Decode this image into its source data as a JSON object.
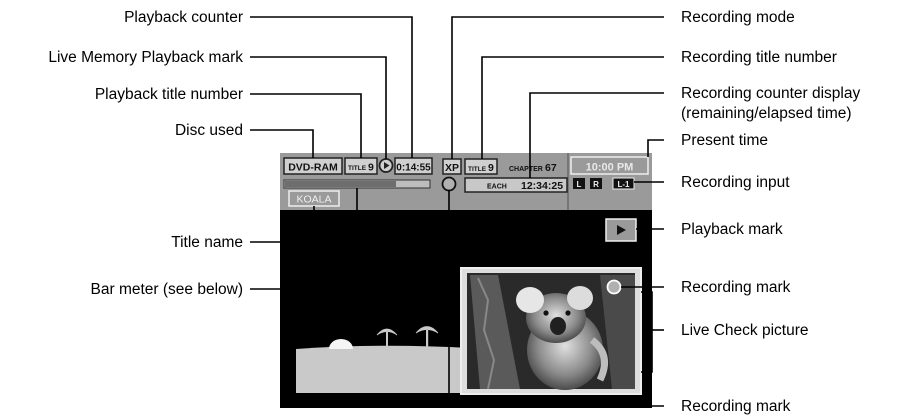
{
  "screen": {
    "disc": "DVD-RAM",
    "playback_title_prefix": "TITLE",
    "playback_title_number": "9",
    "playback_counter": "0:14:55",
    "recording_mode": "XP",
    "recording_title_prefix": "TITLE",
    "recording_title_number": "9",
    "chapter_label": "CHAPTER",
    "chapter_number": "67",
    "counter_mode": "EACH",
    "recording_counter": "12:34:25",
    "present_time": "10:00 PM",
    "input_left": "L",
    "input_right": "R",
    "input_source": "L-1",
    "title_name": "KOALA",
    "playback_mark_icon": "play-triangle-icon",
    "recording_mark_icon": "record-circle-icon",
    "live_check_picture": "koala-photo"
  },
  "callouts": {
    "playback_counter": "Playback counter",
    "live_memory_playback_mark": "Live Memory Playback mark",
    "playback_title_number": "Playback title number",
    "disc_used": "Disc used",
    "title_name": "Title name",
    "bar_meter": "Bar meter (see below)",
    "recording_mode": "Recording mode",
    "recording_title_number": "Recording title number",
    "recording_counter_display_1": "Recording counter display",
    "recording_counter_display_2": "(remaining/elapsed time)",
    "present_time": "Present time",
    "recording_input": "Recording input",
    "playback_mark": "Playback mark",
    "recording_mark": "Recording mark",
    "live_check_picture": "Live Check picture",
    "recording_mark_bottom": "Recording mark"
  },
  "colors": {
    "screen_background": "#000000",
    "top_panel": "#9a9a9a",
    "field_background": "#c8c8c8",
    "ground": "#c9c9c9"
  }
}
